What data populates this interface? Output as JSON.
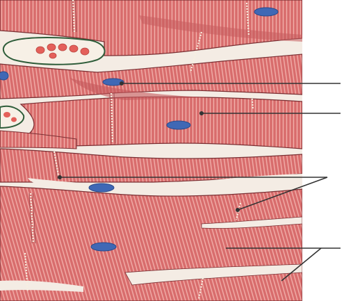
{
  "figure": {
    "subject": "cardiac-muscle-tissue-illustration",
    "colors": {
      "background": "#ffffff",
      "gap": "#f4ece4",
      "fiber": "#d86c6c",
      "fiber_dark": "#b94f50",
      "striation": "#f2b0ab",
      "outline": "#7a2f33",
      "nucleus": "#3f68b5",
      "nucleus_dark": "#2a4a8a",
      "intercalated_disc": "#f7efe0",
      "blood_cell": "#e4605a",
      "capillary_wall": "#2f5d3a",
      "leader_line": "#333333"
    },
    "labels": [
      {
        "target": "nucleus",
        "text": ""
      },
      {
        "target": "cardiac-fiber",
        "text": ""
      },
      {
        "target": "intercalated-discs",
        "text": ""
      },
      {
        "target": "striations",
        "text": ""
      }
    ]
  }
}
